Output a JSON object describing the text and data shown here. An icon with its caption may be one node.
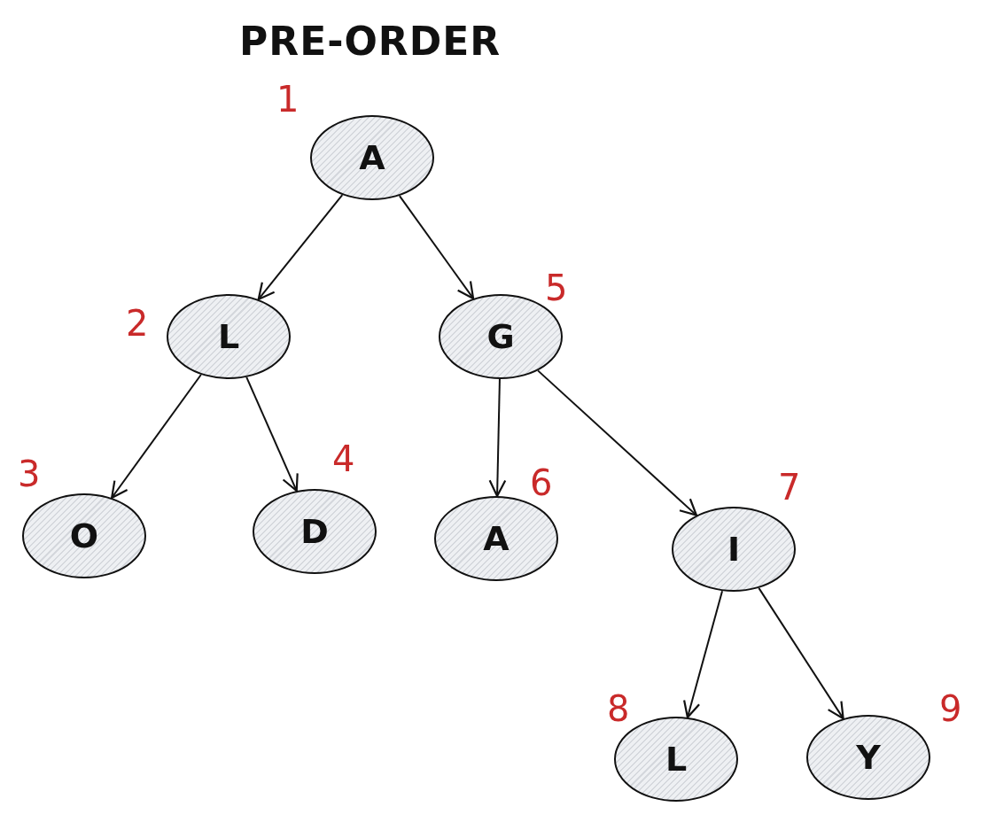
{
  "diagram": {
    "title": "PRE-ORDER",
    "nodes": [
      {
        "text": [
          "A"
        ],
        "beside": [
          "1"
        ]
      },
      {
        "text": [
          "L"
        ],
        "beside": [
          "2"
        ]
      },
      {
        "text": [
          "G"
        ],
        "beside": [
          "5"
        ]
      },
      {
        "text": [
          "O"
        ],
        "beside": [
          "3"
        ]
      },
      {
        "text": [
          "D"
        ],
        "beside": [
          "4"
        ]
      },
      {
        "text": [
          "A"
        ],
        "beside": [
          "6"
        ]
      },
      {
        "text": [
          "I"
        ],
        "beside": [
          "7"
        ]
      },
      {
        "text": [
          "L"
        ],
        "beside": [
          "8"
        ]
      },
      {
        "text": [
          "Y"
        ],
        "beside": [
          "9"
        ]
      }
    ],
    "edges": [
      {
        "from": 0,
        "to": 1,
        "arrow": "to"
      },
      {
        "from": 0,
        "to": 2,
        "arrow": "to"
      },
      {
        "from": 1,
        "to": 3,
        "arrow": "to"
      },
      {
        "from": 1,
        "to": 4,
        "arrow": "to"
      },
      {
        "from": 2,
        "to": 5,
        "arrow": "to"
      },
      {
        "from": 2,
        "to": 6,
        "arrow": "to"
      },
      {
        "from": 6,
        "to": 7,
        "arrow": "to"
      },
      {
        "from": 6,
        "to": 8,
        "arrow": "to"
      }
    ]
  }
}
